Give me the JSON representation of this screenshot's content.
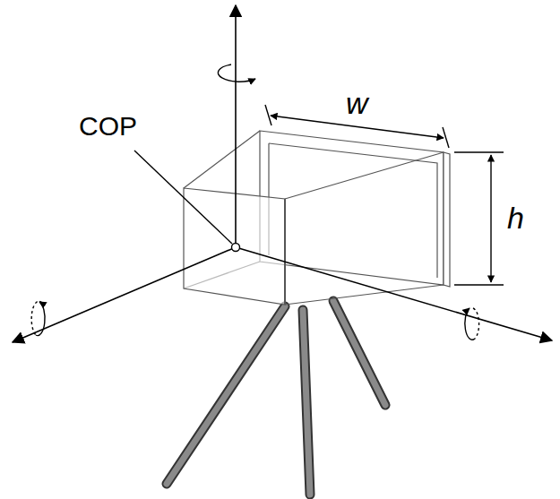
{
  "diagram": {
    "labels": [
      "COP",
      "w",
      "h"
    ]
  }
}
